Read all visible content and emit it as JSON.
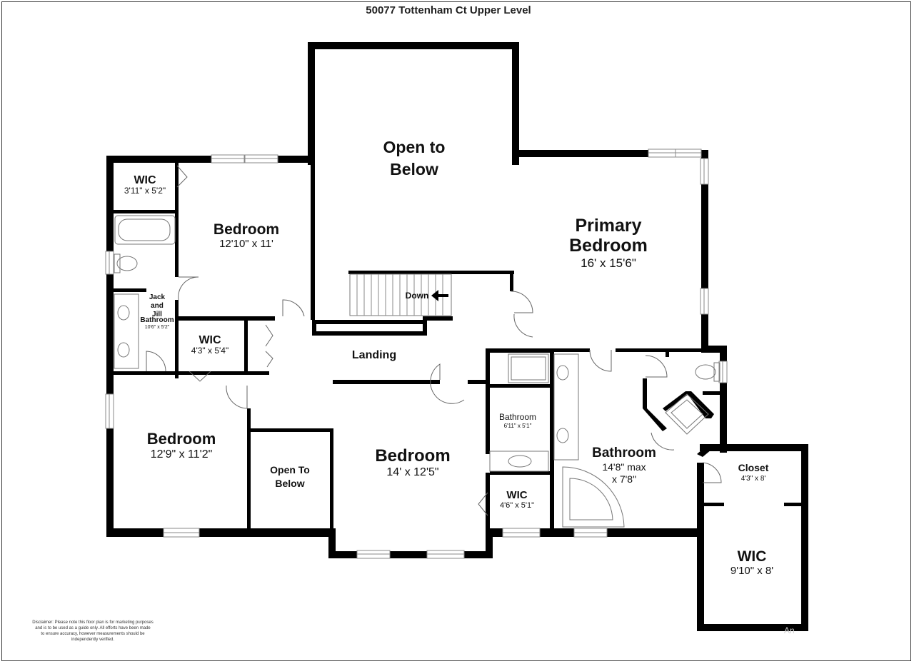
{
  "title": "50077 Tottenham Ct Upper Level",
  "colors": {
    "wall": "#000000",
    "fixture": "#7a7a7a",
    "window": "#999999",
    "background": "#ffffff"
  },
  "rooms": {
    "open_to_below_main": {
      "name_line1": "Open to",
      "name_line2": "Below"
    },
    "wic_top": {
      "name": "WIC",
      "dims": "3'11\" x 5'2\""
    },
    "bedroom_nw": {
      "name": "Bedroom",
      "dims": "12'10\" x 11'"
    },
    "primary_bedroom": {
      "name_line1": "Primary",
      "name_line2": "Bedroom",
      "dims": "16' x 15'6\""
    },
    "jack_jill": {
      "line1": "Jack",
      "line2": "and",
      "line3": "Jill",
      "line4": "Bathroom",
      "dims": "10'6\" x 5'2\""
    },
    "wic_mid": {
      "name": "WIC",
      "dims": "4'3\" x 5'4\""
    },
    "stairs": {
      "label": "Down"
    },
    "landing": {
      "name": "Landing"
    },
    "bedroom_sw": {
      "name": "Bedroom",
      "dims": "12'9\" x 11'2\""
    },
    "open_to_below_small": {
      "name_line1": "Open To",
      "name_line2": "Below"
    },
    "bedroom_center": {
      "name": "Bedroom",
      "dims": "14' x 12'5\""
    },
    "bathroom_small": {
      "name": "Bathroom",
      "dims": "6'11\" x 5'1\""
    },
    "wic_small": {
      "name": "WIC",
      "dims": "4'6\" x 5'1\""
    },
    "bathroom_primary": {
      "name": "Bathroom",
      "dims_line1": "14'8\" max",
      "dims_line2": "x 7'8\""
    },
    "closet": {
      "name": "Closet",
      "dims": "4'3\" x 8'"
    },
    "wic_large": {
      "name": "WIC",
      "dims": "9'10\" x 8'"
    }
  },
  "disclaimer": {
    "line1": "Disclaimer: Please note this floor plan is for marketing purposes",
    "line2": "and is to be used as a guide only. All efforts have been made",
    "line3": "to ensure accuracy, however measurements should be",
    "line4": "independently verified."
  },
  "watermark": "An"
}
